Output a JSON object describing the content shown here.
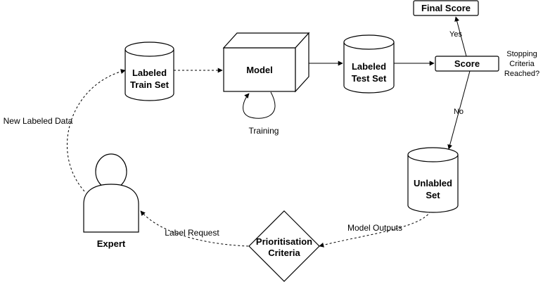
{
  "nodes": {
    "train_set": {
      "line1": "Labeled",
      "line2": "Train Set"
    },
    "model": {
      "label": "Model"
    },
    "test_set": {
      "line1": "Labeled",
      "line2": "Test Set"
    },
    "score": {
      "label": "Score"
    },
    "final_score": {
      "label": "Final Score"
    },
    "unlabeled_set": {
      "line1": "Unlabled",
      "line2": "Set"
    },
    "prioritisation": {
      "line1": "Prioritisation",
      "line2": "Criteria"
    },
    "expert": {
      "label": "Expert"
    }
  },
  "edges": {
    "training": "Training",
    "yes": "Yes",
    "no": "No",
    "stopping": {
      "line1": "Stopping",
      "line2": "Criteria",
      "line3": "Reached?"
    },
    "model_outputs": "Model Outputs",
    "label_request": "Label Request",
    "new_labeled_data": "New Labeled Data"
  }
}
